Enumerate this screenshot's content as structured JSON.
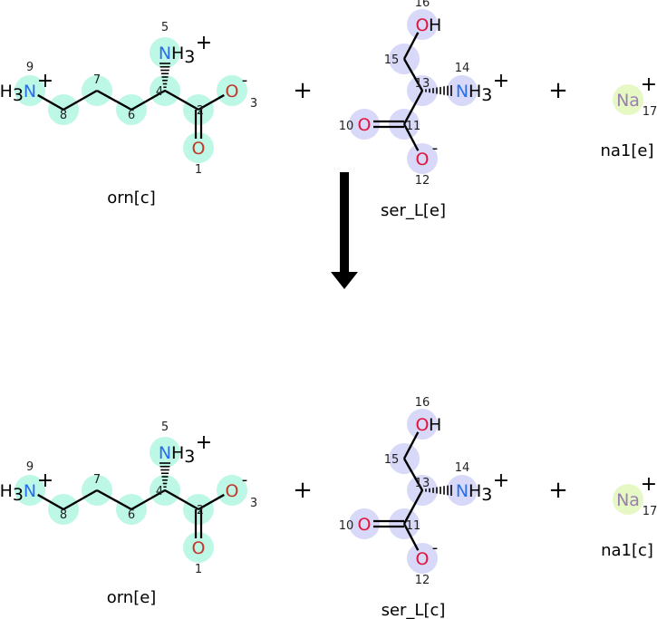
{
  "colors": {
    "orn_highlight": "#bdf7e6",
    "ser_highlight": "#d8d8f8",
    "na_highlight": "#e6f8c4",
    "nitrogen": "#2a6ee8",
    "oxygen": "#e0143c",
    "oxygen_orn": "#c0392b",
    "sodium": "#9a7fb0",
    "bond": "#000000"
  },
  "operators": {
    "plus": "+"
  },
  "reactants": [
    {
      "species": "orn[c]",
      "type": "orn"
    },
    {
      "species": "ser_L[e]",
      "type": "ser"
    },
    {
      "species": "na1[e]",
      "type": "na"
    }
  ],
  "products": [
    {
      "species": "orn[e]",
      "type": "orn"
    },
    {
      "species": "ser_L[c]",
      "type": "ser"
    },
    {
      "species": "na1[c]",
      "type": "na"
    }
  ],
  "molecules": {
    "orn": {
      "atoms": [
        {
          "n": "9",
          "el": "N",
          "pre": "H3",
          "charge": "+"
        },
        {
          "n": "8",
          "el": ""
        },
        {
          "n": "7",
          "el": ""
        },
        {
          "n": "6",
          "el": ""
        },
        {
          "n": "4",
          "el": ""
        },
        {
          "n": "5",
          "el": "N",
          "post": "H3",
          "charge": "+"
        },
        {
          "n": "2",
          "el": ""
        },
        {
          "n": "3",
          "el": "O",
          "charge": "-"
        },
        {
          "n": "1",
          "el": "O"
        }
      ]
    },
    "ser": {
      "atoms": [
        {
          "n": "16",
          "el": "O",
          "post": "H"
        },
        {
          "n": "15",
          "el": ""
        },
        {
          "n": "13",
          "el": ""
        },
        {
          "n": "14",
          "el": "N",
          "post": "H3",
          "charge": "+"
        },
        {
          "n": "11",
          "el": ""
        },
        {
          "n": "10",
          "el": "O"
        },
        {
          "n": "12",
          "el": "O",
          "charge": "-"
        }
      ]
    },
    "na": {
      "atoms": [
        {
          "n": "17",
          "el": "Na",
          "charge": "+"
        }
      ]
    }
  }
}
